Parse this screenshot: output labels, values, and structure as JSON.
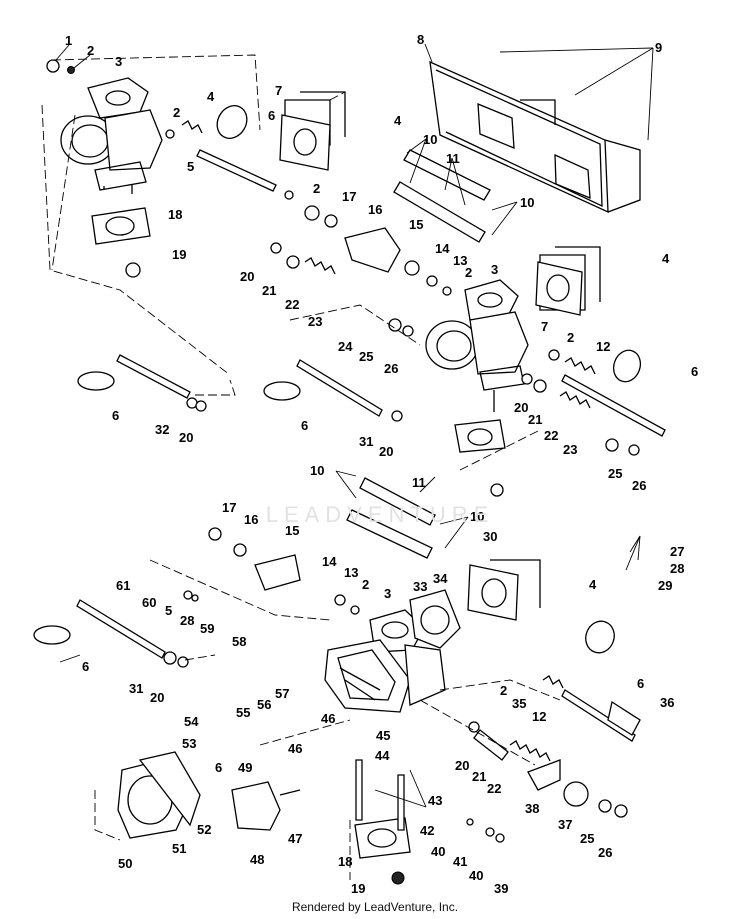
{
  "diagram": {
    "callouts": {
      "c1": "1",
      "c2a": "2",
      "c3a": "3",
      "c2b": "2",
      "c4a": "4",
      "c5a": "5",
      "c6a": "6",
      "c7a": "7",
      "c8": "8",
      "c9": "9",
      "c4b": "4",
      "c10a": "10",
      "c11a": "11",
      "c10b": "10",
      "c2c": "2",
      "c17a": "17",
      "c16a": "16",
      "c15a": "15",
      "c18a": "18",
      "c19a": "19",
      "c4c": "4",
      "c14a": "14",
      "c13a": "13",
      "c2d": "2",
      "c3b": "3",
      "c20a": "20",
      "c21a": "21",
      "c22a": "22",
      "c23a": "23",
      "c24": "24",
      "c25a": "25",
      "c26a": "26",
      "c7b": "7",
      "c2e": "2",
      "c12a": "12",
      "c6b": "6",
      "c6c": "6",
      "c32": "32",
      "c20b": "20",
      "c6d": "6",
      "c31a": "31",
      "c20c": "20",
      "c20d": "20",
      "c21b": "21",
      "c22b": "22",
      "c23b": "23",
      "c25b": "25",
      "c26b": "26",
      "c10c": "10",
      "c11b": "11",
      "c10d": "10",
      "c17b": "17",
      "c16b": "16",
      "c15b": "15",
      "c30": "30",
      "c27": "27",
      "c28a": "28",
      "c29": "29",
      "c14b": "14",
      "c13b": "13",
      "c2f": "2",
      "c3c": "3",
      "c33": "33",
      "c34": "34",
      "c4d": "4",
      "c61": "61",
      "c60": "60",
      "c5b": "5",
      "c28b": "28",
      "c59": "59",
      "c6e": "6",
      "c31b": "31",
      "c20e": "20",
      "c58": "58",
      "c57": "57",
      "c56": "56",
      "c2g": "2",
      "c35": "35",
      "c12b": "12",
      "c6f": "6",
      "c36": "36",
      "c54": "54",
      "c55": "55",
      "c53": "53",
      "c46a": "46",
      "c46b": "46",
      "c45": "45",
      "c6g": "6",
      "c44": "44",
      "c20f": "20",
      "c21c": "21",
      "c22c": "22",
      "c49": "49",
      "c43": "43",
      "c38": "38",
      "c37": "37",
      "c25c": "25",
      "c26c": "26",
      "c52": "52",
      "c51": "51",
      "c47": "47",
      "c50": "50",
      "c48": "48",
      "c42": "42",
      "c40a": "40",
      "c41": "41",
      "c40b": "40",
      "c18b": "18",
      "c19b": "19",
      "c39": "39"
    },
    "watermark": "LEADVENTURE",
    "footer": "Rendered by LeadVenture, Inc."
  }
}
